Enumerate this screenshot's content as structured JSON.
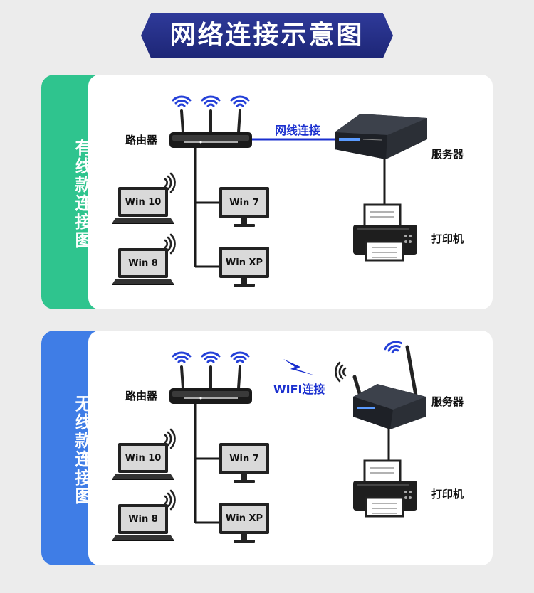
{
  "title": "网络连接示意图",
  "colors": {
    "banner": "#2a3490",
    "wired_tab": "#2fc48e",
    "wireless_tab": "#3f7de6",
    "link": "#1a2fcf"
  },
  "wired": {
    "side_label": "有线款连接图",
    "router_label": "路由器",
    "connection_label": "网线连接",
    "server_label": "服务器",
    "printer_label": "打印机",
    "laptops": [
      "Win 10",
      "Win 8"
    ],
    "monitors": [
      "Win 7",
      "Win XP"
    ]
  },
  "wireless": {
    "side_label": "无线款连接图",
    "router_label": "路由器",
    "connection_label": "WIFI连接",
    "server_label": "服务器",
    "printer_label": "打印机",
    "laptops": [
      "Win 10",
      "Win 8"
    ],
    "monitors": [
      "Win 7",
      "Win XP"
    ]
  }
}
